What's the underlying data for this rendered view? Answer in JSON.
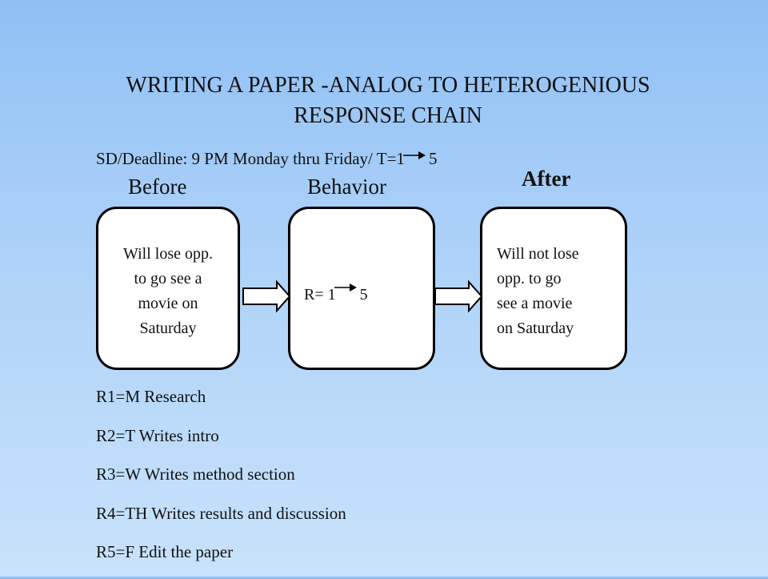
{
  "title": "WRITING A PAPER -ANALOG TO HETEROGENIOUS\nRESPONSE CHAIN",
  "subtitle": {
    "prefix": "SD/Deadline: 9 PM Monday thru Friday/ T=1",
    "suffix": "5"
  },
  "columns": {
    "before": "Before",
    "behavior": "Behavior",
    "after": "After"
  },
  "boxes": {
    "before_text": "Will lose opp.\nto go see a\nmovie on\nSaturday",
    "behavior_prefix": "R= 1",
    "behavior_suffix": "5",
    "after_text": "Will not lose\nopp. to go\nsee a movie\non Saturday"
  },
  "responses": [
    "R1=M Research",
    "R2=T Writes intro",
    "R3=W Writes method section",
    "R4=TH Writes results and discussion",
    "R5=F Edit the paper"
  ]
}
